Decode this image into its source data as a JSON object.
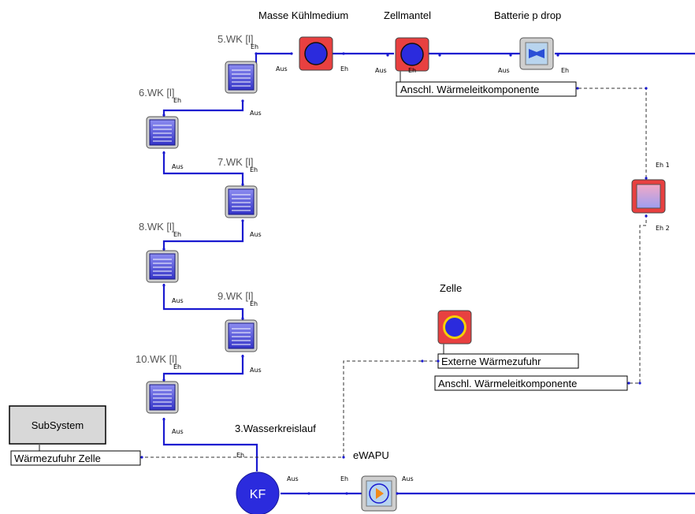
{
  "labels": {
    "masse": "Masse Kühlmedium",
    "zellmantel": "Zellmantel",
    "batterie": "Batterie p drop",
    "zelle": "Zelle",
    "wasserkreislauf": "3.Wasserkreislauf",
    "ewapu": "eWAPU",
    "kf": "KF"
  },
  "heat_exchangers": [
    "5.WK [l]",
    "6.WK [l]",
    "7.WK [l]",
    "8.WK [l]",
    "9.WK [l]",
    "10.WK [l]"
  ],
  "boxes": {
    "anschl_top": "Anschl. Wärmeleitkomponente",
    "externe": "Externe Wärmezufuhr",
    "anschl_bottom": "Anschl. Wärmeleitkomponente",
    "subsystem": "SubSystem",
    "waermezufuhr": "Wärmezufuhr Zelle"
  },
  "ports": {
    "ein": "Eh",
    "aus": "Aus",
    "ein1": "Eh 1",
    "ein2": "Eh 2"
  }
}
